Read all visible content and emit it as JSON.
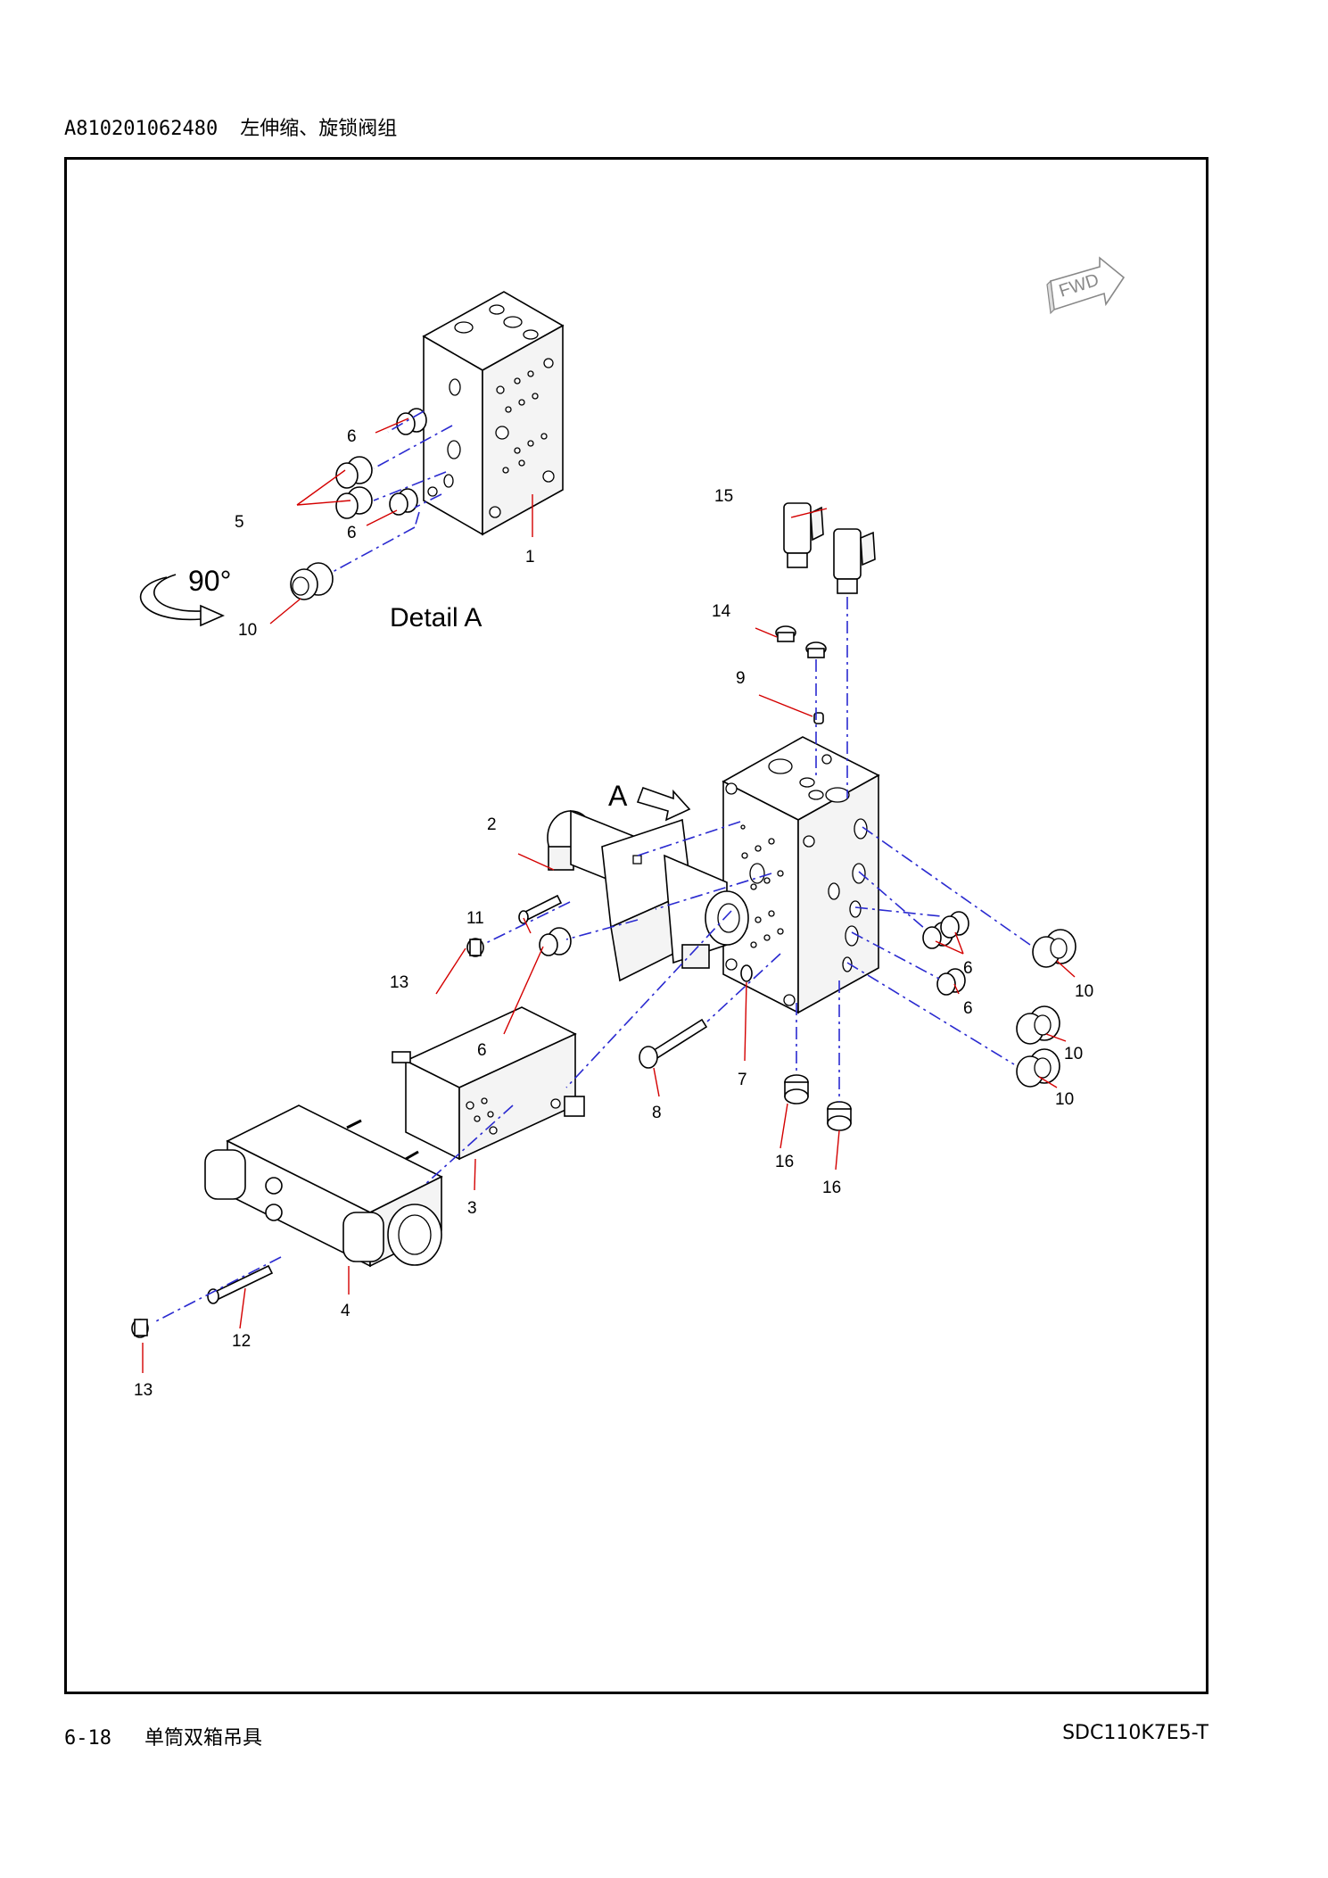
{
  "header": {
    "part_code": "A810201062480",
    "title": "左伸缩、旋锁阀组"
  },
  "footer": {
    "page": "6-18",
    "book": "单筒双箱吊具",
    "model": "SDC110K7E5-T"
  },
  "diagram": {
    "rotation_label": "90°",
    "detail_label": "Detail A",
    "view_label": "A",
    "fwd_label": "FWD",
    "callouts": {
      "c1": "1",
      "c2": "2",
      "c3": "3",
      "c4": "4",
      "c5": "5",
      "c6a": "6",
      "c6b": "6",
      "c6c": "6",
      "c6d": "6",
      "c6e": "6",
      "c7": "7",
      "c8": "8",
      "c9": "9",
      "c10a": "10",
      "c10b": "10",
      "c10c": "10",
      "c10d": "10",
      "c11": "11",
      "c12": "12",
      "c13a": "13",
      "c13b": "13",
      "c14": "14",
      "c15": "15",
      "c16a": "16",
      "c16b": "16"
    }
  },
  "colors": {
    "leader": "#d40000",
    "centerline": "#2a2ad0",
    "line": "#000000"
  }
}
